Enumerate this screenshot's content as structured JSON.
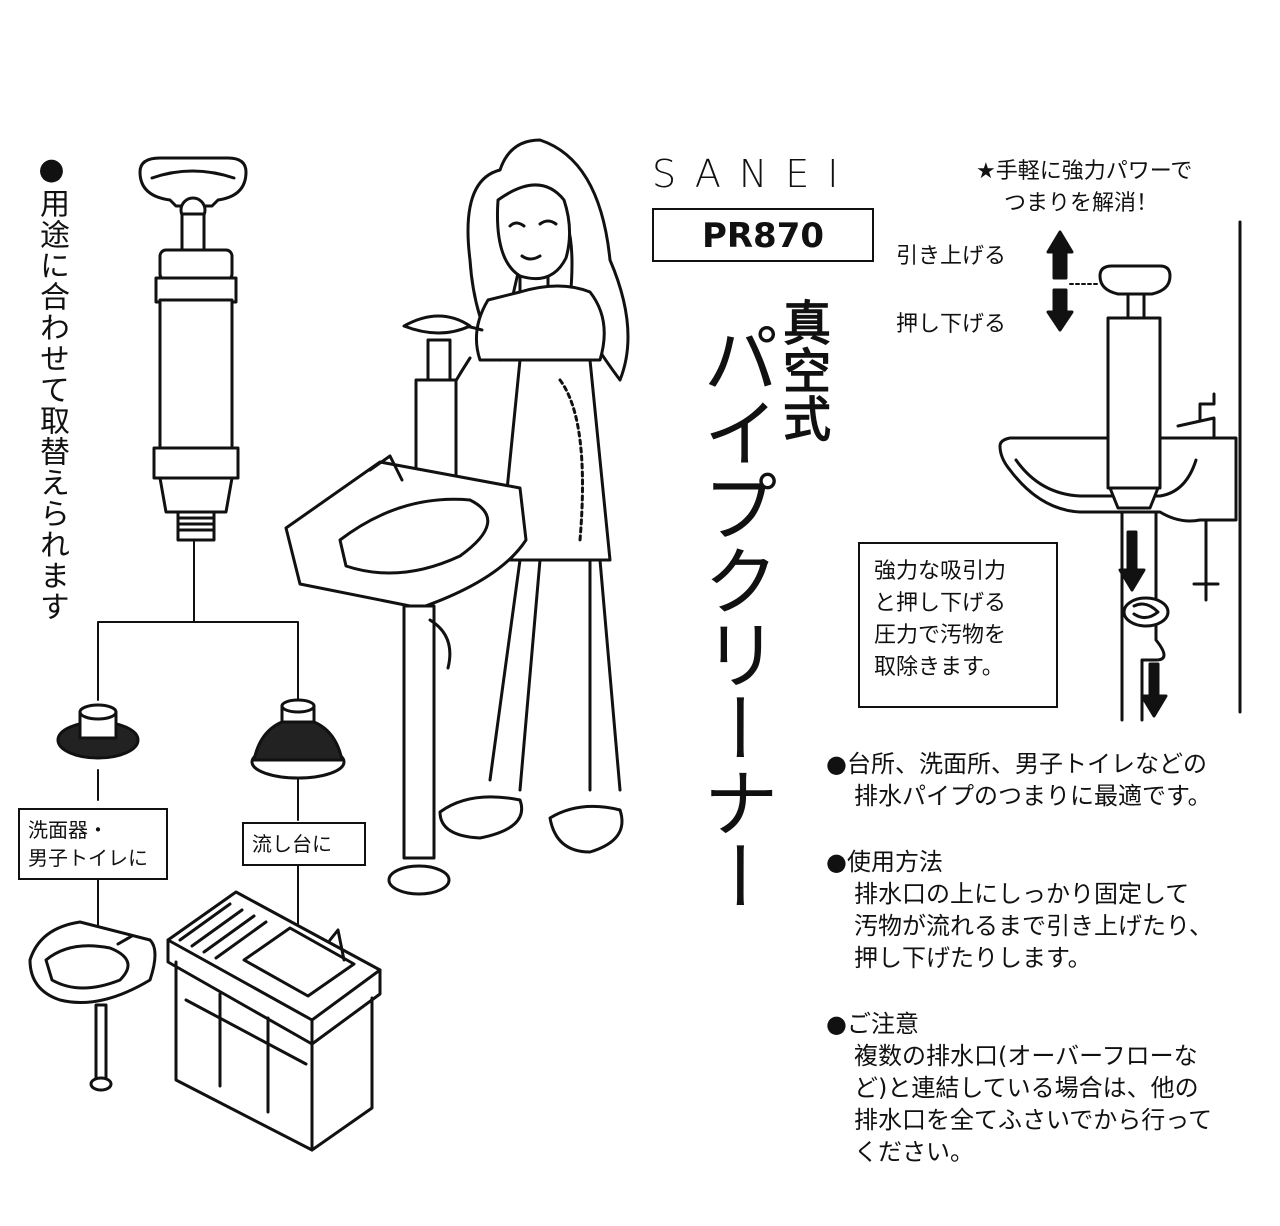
{
  "brand": "SANEI",
  "model": "PR870",
  "title_sub": "真空式",
  "title_main": "パイプクリーナー",
  "usage_label": "●用途に合わせて取替えられます",
  "attachments": {
    "left_label_line1": "洗面器・",
    "left_label_line2": "男子トイレに",
    "right_label": "流し台に"
  },
  "tagline": {
    "line1": "★手軽に強力パワーで",
    "line2": "つまりを解消！"
  },
  "diagram": {
    "pull_up": "引き上げる",
    "push_down": "押し下げる",
    "info_line1": "強力な吸引力",
    "info_line2": "と押し下げる",
    "info_line3": "圧力で汚物を",
    "info_line4": "取除きます。"
  },
  "notes": {
    "n1_line1": "●台所、洗面所、男子トイレなどの",
    "n1_line2": "排水パイプのつまりに最適です。",
    "n2_heading": "●使用方法",
    "n2_line1": "排水口の上にしっかり固定して",
    "n2_line2": "汚物が流れるまで引き上げたり、",
    "n2_line3": "押し下げたりします。",
    "n3_heading": "●ご注意",
    "n3_line1": "複数の排水口(オーバーフローな",
    "n3_line2": "ど)と連結している場合は、他の",
    "n3_line3": "排水口を全てふさいでから行って",
    "n3_line4": "ください。"
  }
}
